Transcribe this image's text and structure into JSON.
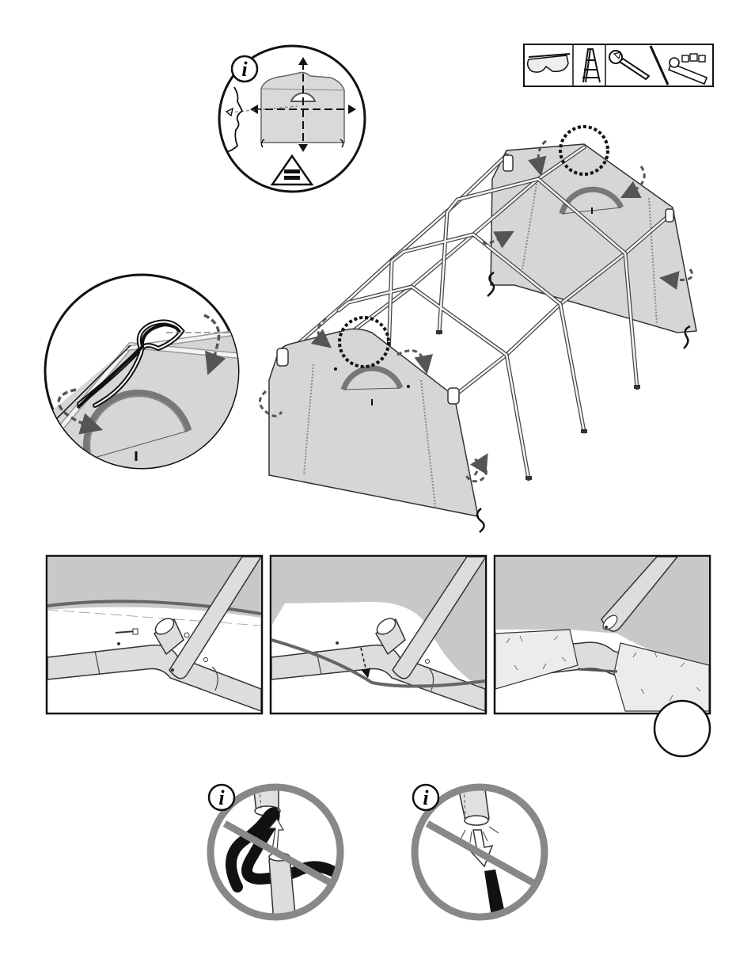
{
  "diagram": {
    "info_badges": [
      {
        "id": "info-top",
        "glyph": "i"
      },
      {
        "id": "info-bottom-left",
        "glyph": "i"
      },
      {
        "id": "info-bottom-right",
        "glyph": "i"
      }
    ],
    "tools": [
      {
        "name": "safety-glasses-icon"
      },
      {
        "name": "step-ladder-icon"
      },
      {
        "name": "adjustable-wrench-icon"
      },
      {
        "name": "socket-wrench-icon"
      }
    ],
    "equal_symbol": "=",
    "step_number": ""
  }
}
